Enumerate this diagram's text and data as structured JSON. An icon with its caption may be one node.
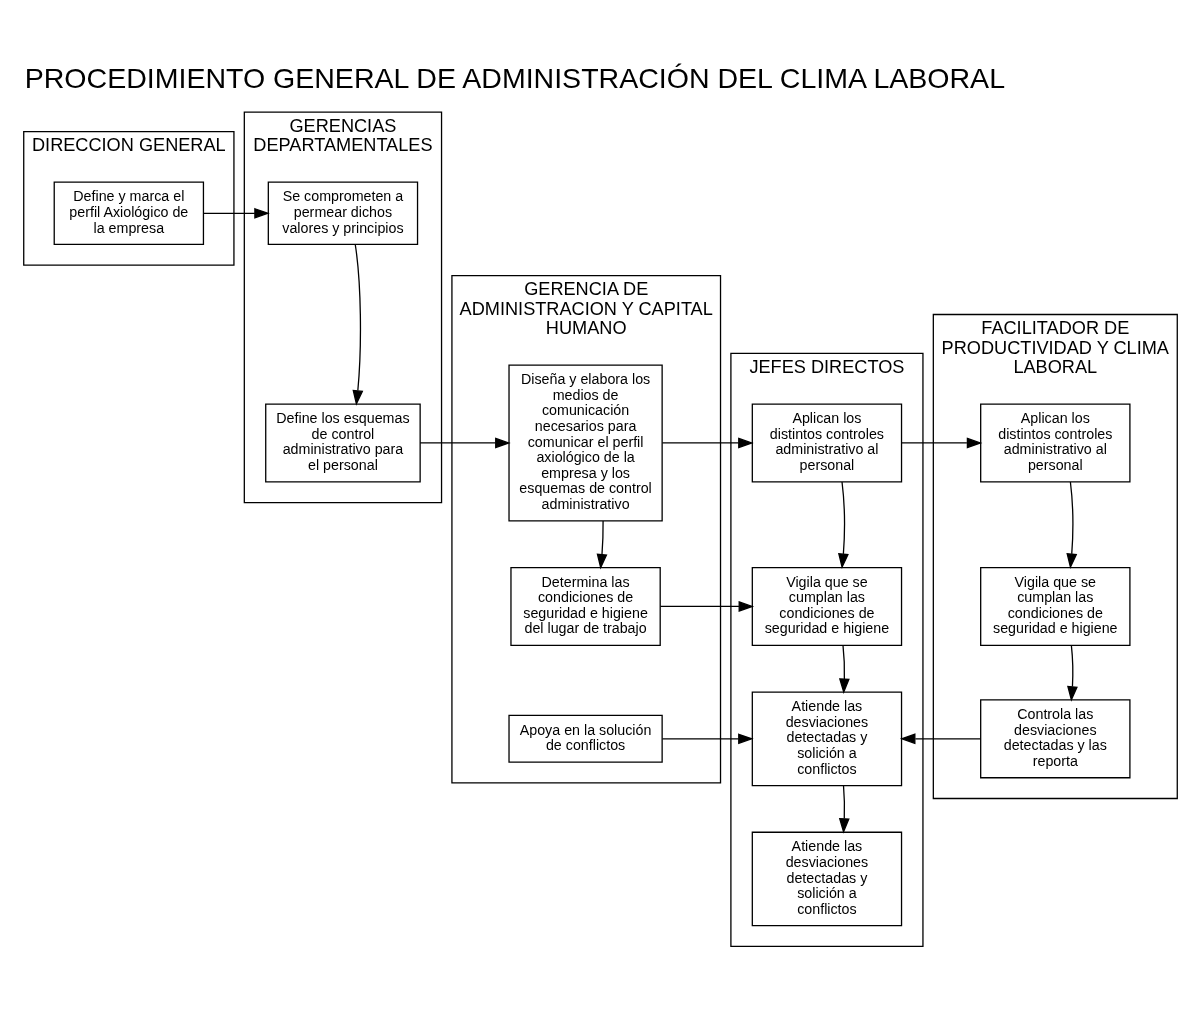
{
  "diagram": {
    "title": "PROCEDIMIENTO GENERAL DE ADMINISTRACIÓN DEL CLIMA LABORAL",
    "nodes": [
      {
        "text": [
          "DIRECCION GENERAL"
        ]
      },
      {
        "text": [
          "GERENCIAS DEPARTAMENTALES"
        ]
      },
      {
        "text": [
          "GERENCIA DE ADMINISTRACION Y CAPITAL HUMANO"
        ]
      },
      {
        "text": [
          "JEFES DIRECTOS"
        ]
      },
      {
        "text": [
          "FACILITADOR DE PRODUCTIVIDAD Y CLIMA LABORAL"
        ]
      },
      {
        "text": [
          "Define y marca el perfil Axiológico de la empresa"
        ],
        "in": 0
      },
      {
        "text": [
          "Se comprometen a permear dichos valores y principios"
        ],
        "in": 1
      },
      {
        "text": [
          "Define los esquemas de control administrativo para el personal"
        ],
        "in": 1
      },
      {
        "text": [
          "Diseña y elabora los medios de comunicación necesarios para comunicar el perfil axiológico de la empresa y los esquemas de control administrativo"
        ],
        "in": 2
      },
      {
        "text": [
          "Aplican los distintos controles administrativo al personal"
        ],
        "in": 3
      },
      {
        "text": [
          "Aplican los distintos controles administrativo al personal"
        ],
        "in": 4
      },
      {
        "text": [
          "Determina las condiciones de seguridad e higiene del lugar de trabajo"
        ],
        "in": 2
      },
      {
        "text": [
          "Vigila que se cumplan las condiciones de seguridad e higiene"
        ],
        "in": 3
      },
      {
        "text": [
          "Vigila que se cumplan las condiciones de seguridad e higiene"
        ],
        "in": 4
      },
      {
        "text": [
          "Apoya en la solución de conflictos"
        ],
        "in": 2
      },
      {
        "text": [
          "Atiende las desviaciones detectadas y solición a conflictos"
        ],
        "in": 3
      },
      {
        "text": [
          "Controla las desviaciones detectadas y las reporta"
        ],
        "in": 4
      },
      {
        "text": [
          "Atiende las desviaciones detectadas y solición a conflictos"
        ],
        "in": 3
      }
    ],
    "edges": [
      {
        "from": 5,
        "to": 6,
        "arrow": "to"
      },
      {
        "from": 6,
        "to": 7,
        "arrow": "to"
      },
      {
        "from": 7,
        "to": 8,
        "arrow": "to"
      },
      {
        "from": 8,
        "to": 9,
        "arrow": "to"
      },
      {
        "from": 9,
        "to": 10,
        "arrow": "to"
      },
      {
        "from": 8,
        "to": 11,
        "arrow": "to"
      },
      {
        "from": 9,
        "to": 12,
        "arrow": "to"
      },
      {
        "from": 10,
        "to": 13,
        "arrow": "to"
      },
      {
        "from": 11,
        "to": 12,
        "arrow": "to"
      },
      {
        "from": 12,
        "to": 15,
        "arrow": "to"
      },
      {
        "from": 13,
        "to": 16,
        "arrow": "to"
      },
      {
        "from": 14,
        "to": 15,
        "arrow": "to"
      },
      {
        "from": 16,
        "to": 15,
        "arrow": "to"
      },
      {
        "from": 15,
        "to": 17,
        "arrow": "to"
      }
    ]
  }
}
